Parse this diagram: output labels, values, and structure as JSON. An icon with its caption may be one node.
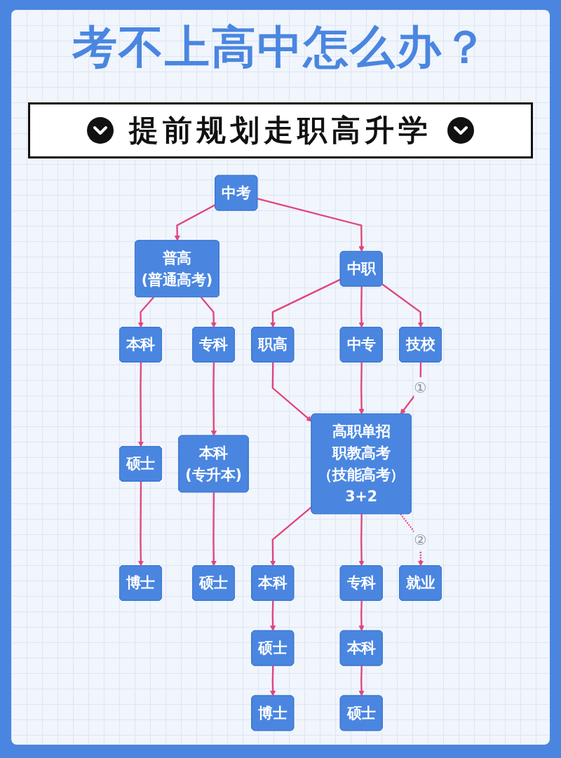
{
  "diagram": {
    "title": "考不上高中怎么办？",
    "nodes": [
      {
        "text": [
          "中考"
        ]
      },
      {
        "text": [
          "普高",
          "(普通高考)"
        ]
      },
      {
        "text": [
          "中职"
        ]
      },
      {
        "text": [
          "本科"
        ]
      },
      {
        "text": [
          "专科"
        ]
      },
      {
        "text": [
          "硕士"
        ]
      },
      {
        "text": [
          "本科",
          "(专升本)"
        ]
      },
      {
        "text": [
          "博士"
        ]
      },
      {
        "text": [
          "硕士"
        ]
      },
      {
        "text": [
          "职高"
        ]
      },
      {
        "text": [
          "中专"
        ]
      },
      {
        "text": [
          "技校"
        ]
      },
      {
        "text": [
          "高职单招",
          "职教高考",
          "（技能高考）",
          "3+2"
        ]
      },
      {
        "text": [
          "本科"
        ]
      },
      {
        "text": [
          "硕士"
        ]
      },
      {
        "text": [
          "博士"
        ]
      },
      {
        "text": [
          "专科"
        ]
      },
      {
        "text": [
          "本科"
        ]
      },
      {
        "text": [
          "硕士"
        ]
      },
      {
        "text": [
          "就业"
        ]
      }
    ],
    "edges": [
      {
        "from": 0,
        "to": 1,
        "arrow": "to"
      },
      {
        "from": 0,
        "to": 2,
        "arrow": "to"
      },
      {
        "from": 1,
        "to": 3,
        "arrow": "to"
      },
      {
        "from": 1,
        "to": 4,
        "arrow": "to"
      },
      {
        "from": 3,
        "to": 5,
        "arrow": "to"
      },
      {
        "from": 5,
        "to": 7,
        "arrow": "to"
      },
      {
        "from": 4,
        "to": 6,
        "arrow": "to"
      },
      {
        "from": 6,
        "to": 8,
        "arrow": "to"
      },
      {
        "from": 2,
        "to": 9,
        "arrow": "to"
      },
      {
        "from": 2,
        "to": 10,
        "arrow": "to"
      },
      {
        "from": 2,
        "to": 11,
        "arrow": "to"
      },
      {
        "from": 9,
        "to": 12,
        "arrow": "to"
      },
      {
        "from": 10,
        "to": 12,
        "arrow": "to"
      },
      {
        "from": 11,
        "to": 12,
        "arrow": "to",
        "label": "①"
      },
      {
        "from": 12,
        "to": 13,
        "arrow": "to"
      },
      {
        "from": 13,
        "to": 14,
        "arrow": "to"
      },
      {
        "from": 14,
        "to": 15,
        "arrow": "to"
      },
      {
        "from": 12,
        "to": 16,
        "arrow": "to"
      },
      {
        "from": 16,
        "to": 17,
        "arrow": "to"
      },
      {
        "from": 17,
        "to": 18,
        "arrow": "to"
      },
      {
        "from": 12,
        "to": 19,
        "arrow": "to",
        "label": "②",
        "style": "dashed"
      }
    ],
    "labels": [
      "提前规划走职高升学"
    ]
  }
}
